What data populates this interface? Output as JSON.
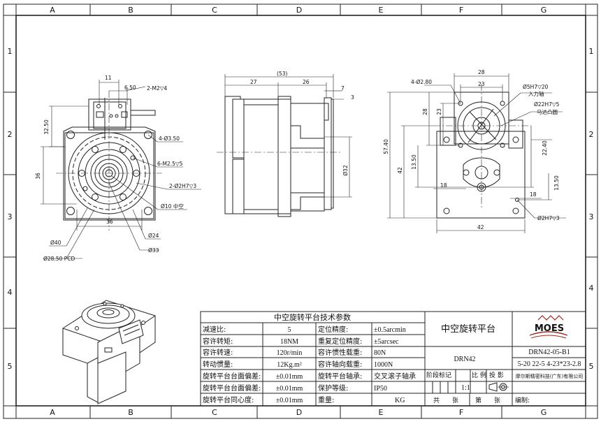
{
  "frame": {
    "top_columns": [
      "A",
      "B",
      "C",
      "D",
      "E",
      "F",
      "G"
    ],
    "bottom_columns": [
      "A",
      "B",
      "C",
      "D",
      "E",
      "F",
      "G"
    ],
    "rows": [
      "1",
      "2",
      "3",
      "4",
      "5"
    ]
  },
  "front_view": {
    "dim_11": "11",
    "dim_650": "6.50",
    "dim_m2": "2-M2▽4",
    "dim_3250": "32.50",
    "dim_36v": "36",
    "dim_4phi350": "4-Ø3.50",
    "dim_6m25": "6-M2.5▽5",
    "dim_2phi2h7": "2-Ø2H7▽3",
    "dim_phi10": "Ø10 中空",
    "dim_36h": "36",
    "dim_phi24": "Ø24",
    "dim_phi40": "Ø40",
    "dim_phi33": "Ø33",
    "dim_pcd": "Ø28.50 PCD"
  },
  "side_view": {
    "dim_53": "(53)",
    "dim_27": "27",
    "dim_26": "26",
    "dim_7": "7",
    "dim_3": "3",
    "dim_phi32": "Ø32"
  },
  "back_view": {
    "dim_28": "28",
    "dim_23": "23",
    "dim_4phi280": "4-Ø2.80",
    "dim_phi5": "Ø5H7▽20",
    "label_input": "入力轴",
    "dim_phi22": "Ø22H7▽5",
    "label_motor": "马达凸圆",
    "dim_28v": "28",
    "dim_23v": "23",
    "dim_5740": "57.40",
    "dim_42v": "42",
    "dim_1350": "13.50",
    "dim_2240": "22.40",
    "dim_1350r": "13.50",
    "dim_18": "18",
    "dim_18r": "18",
    "dim_2phi2": "Ø2H7▽3",
    "dim_42h": "42"
  },
  "spec_table": {
    "title": "中空旋转平台技术参数",
    "rows": [
      {
        "l1": "减速比:",
        "v1": "5",
        "l2": "定位精度:",
        "v2": "±0.5arcmin"
      },
      {
        "l1": "容许转矩:",
        "v1": "18NM",
        "l2": "重复定位精度:",
        "v2": "±5arcsec"
      },
      {
        "l1": "容许转速:",
        "v1": "120r/min",
        "l2": "容许惯性载重:",
        "v2": "80N"
      },
      {
        "l1": "转动惯量:",
        "v1": "12Kg.m²",
        "l2": "容许轴向载重:",
        "v2": "1000N"
      },
      {
        "l1": "旋转平台台面偏差:",
        "v1": "±0.01mm",
        "l2": "旋转平台轴承:",
        "v2": "交叉滚子轴承"
      },
      {
        "l1": "旋转平台台面偏差:",
        "v1": "±0.01mm",
        "l2": "保护等级:",
        "v2": "IP50"
      },
      {
        "l1": "旋转平台同心度:",
        "v1": "±0.01mm",
        "l2": "重量:",
        "v2": "KG"
      }
    ]
  },
  "title_block": {
    "name": "中空旋转平台",
    "model": "DRN42",
    "stage": "阶段标记",
    "scale_label": "比 例",
    "projection": "投 影",
    "scale": "1:1",
    "total_sheets": "共　　张",
    "sheet_no": "第　　张",
    "logo": "MOES",
    "drawing_no": "DRN42-05-B1",
    "spec_code": "5-20 22-5 4-23*23-2.8",
    "company": "摩尔斯精密科技(广东)有限公司",
    "editor": "编制:"
  }
}
